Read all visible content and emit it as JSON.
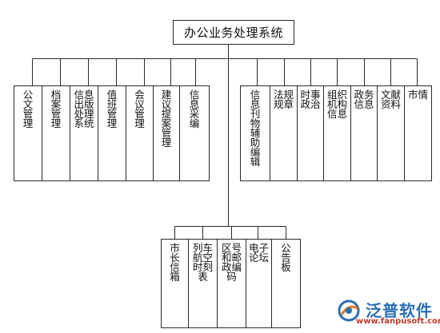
{
  "root": {
    "label": "办公业务处理系统"
  },
  "left_branch": [
    {
      "label": "公文管理"
    },
    {
      "label": "档案管理"
    },
    {
      "label": "信息出版处理系统"
    },
    {
      "label": "值班管理"
    },
    {
      "label": "会议管理"
    },
    {
      "label": "建议提案管理"
    },
    {
      "label": "信息采编"
    }
  ],
  "right_branch": [
    {
      "label": "信息刊物辅助编辑"
    },
    {
      "label": "法规规章"
    },
    {
      "label": "时事政治"
    },
    {
      "label": "组织机构信息"
    },
    {
      "label": "政务信息"
    },
    {
      "label": "文献资料"
    },
    {
      "label": "市情"
    }
  ],
  "bottom_branch": [
    {
      "label": "市长信箱"
    },
    {
      "label": "列车航空时刻表"
    },
    {
      "label": "区号和邮政编码"
    },
    {
      "label": "电子论坛"
    },
    {
      "label": "公告板"
    }
  ],
  "watermark": {
    "brand": "泛普软件",
    "url": "www.fanpusoft.com",
    "logo_icon": "fanpu-logo-icon"
  }
}
